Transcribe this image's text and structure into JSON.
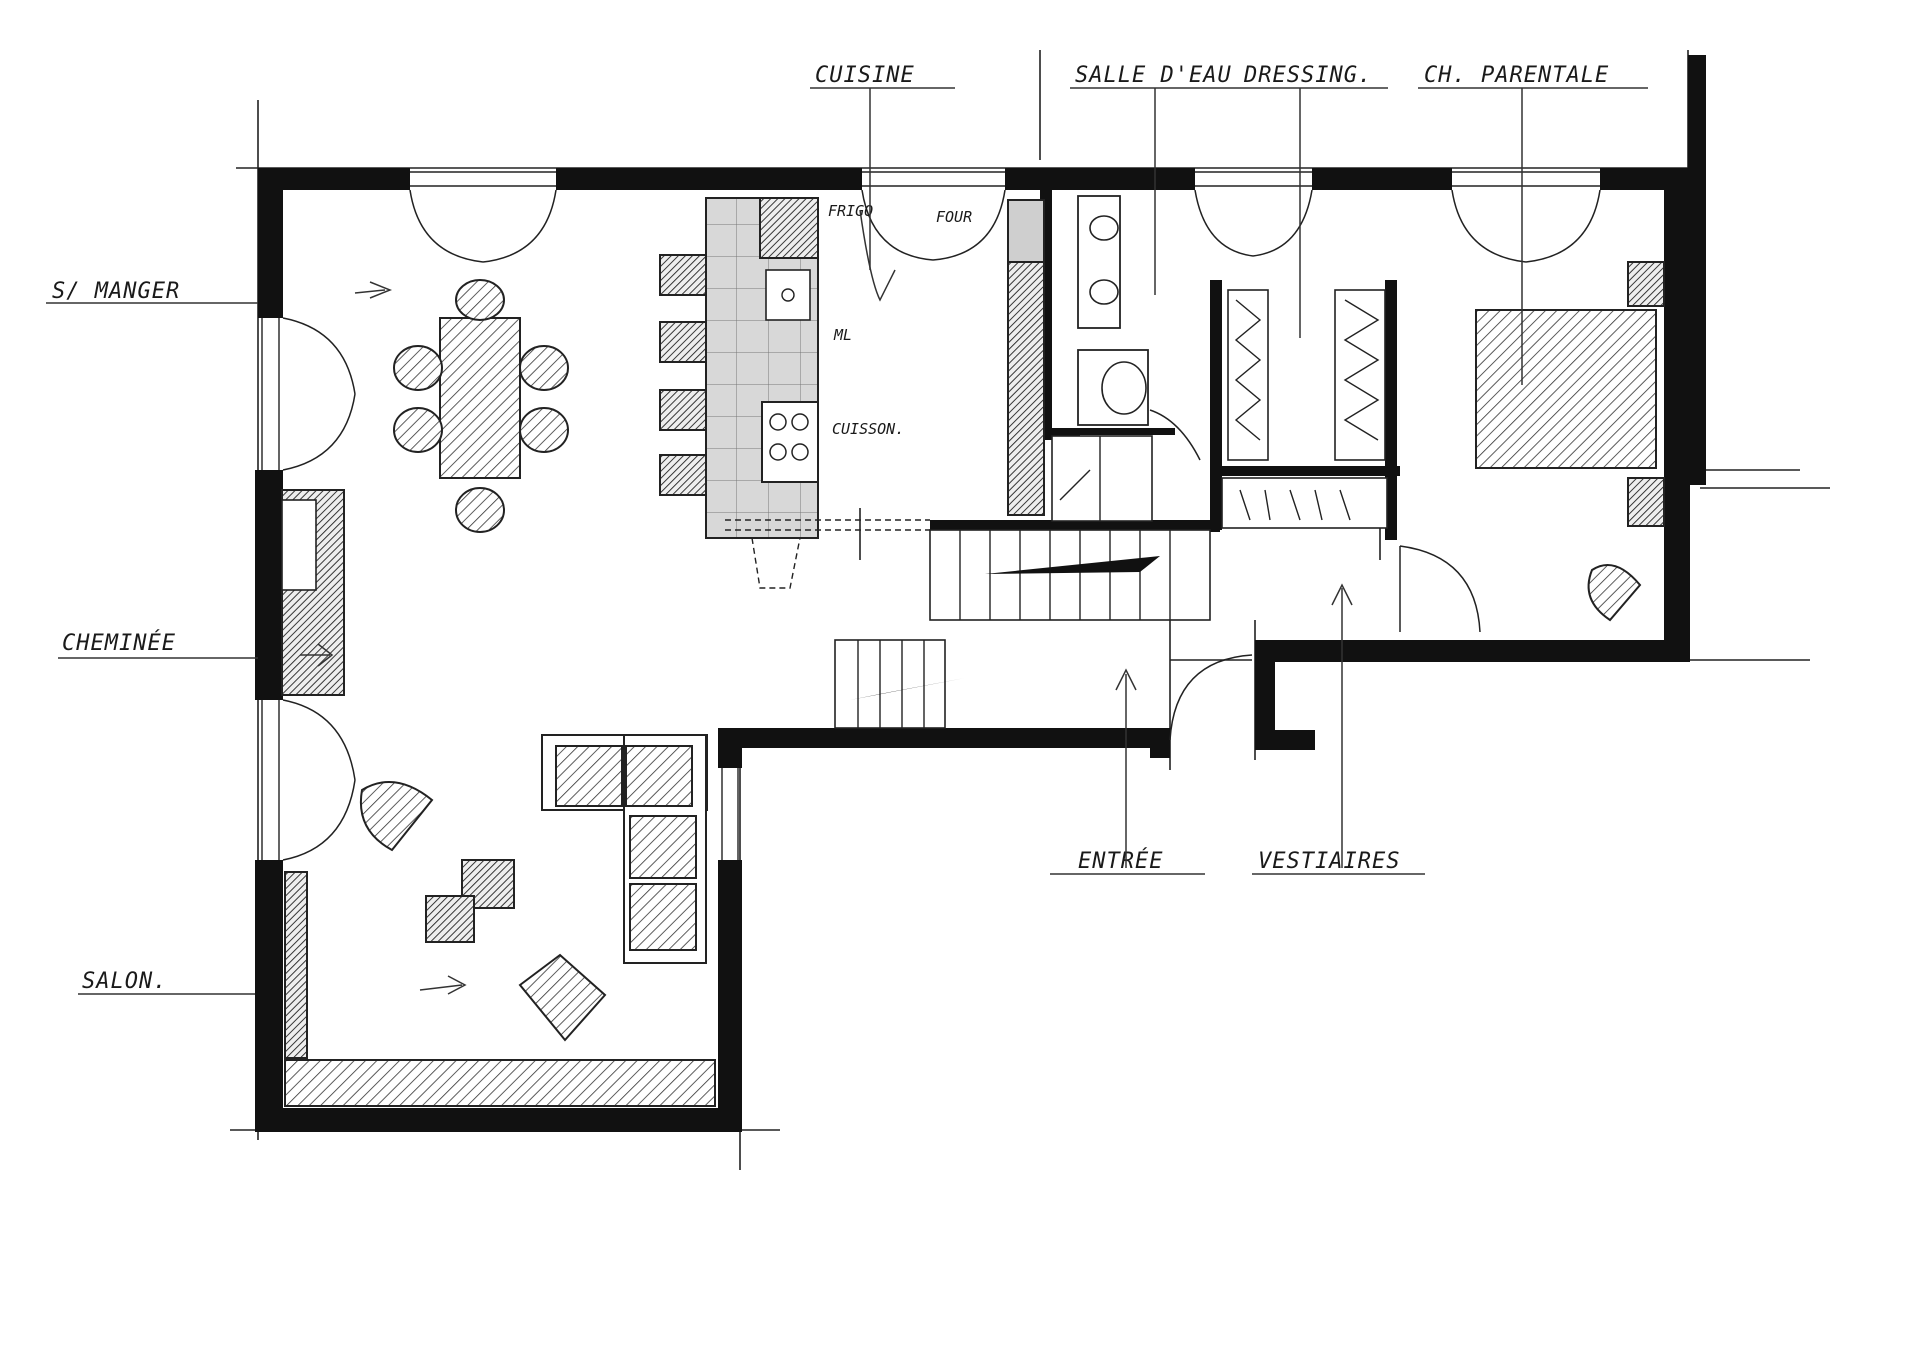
{
  "labels": {
    "cuisine": "CUISINE",
    "salle_deau": "SALLE D'EAU",
    "dressing": "DRESSING.",
    "ch_parentale": "CH. PARENTALE",
    "s_manger": "S/ MANGER",
    "cheminee": "CHEMINÉE",
    "salon": "SALON.",
    "entree": "ENTRÉE",
    "vestiaires": "VESTIAIRES"
  },
  "kitchen_annotations": {
    "frigo": "FRIGO",
    "four": "FOUR",
    "ml": "ML",
    "cuisson": "CUISSON."
  }
}
